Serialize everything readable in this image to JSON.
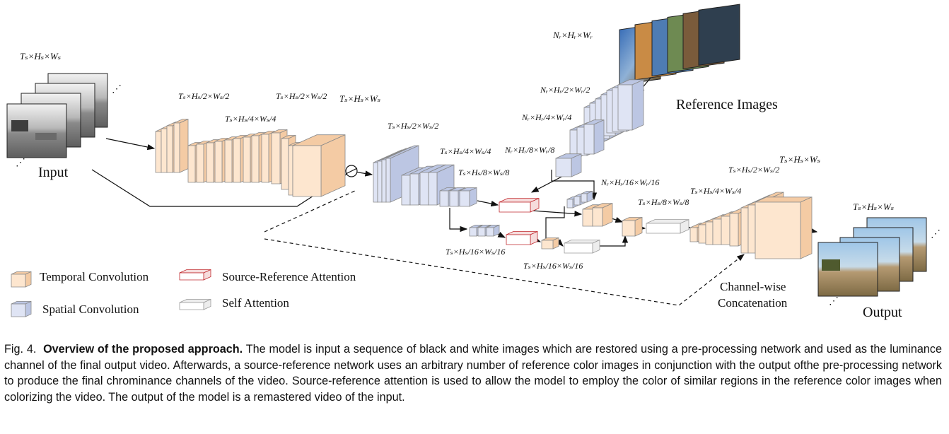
{
  "labels": {
    "input": "Input",
    "output": "Output",
    "reference_images": "Reference Images",
    "channel_wise_1": "Channel-wise",
    "channel_wise_2": "Concatenation"
  },
  "legend": {
    "temporal_conv": "Temporal Convolution",
    "spatial_conv": "Spatial Convolution",
    "src_ref_attention": "Source-Reference Attention",
    "self_attention": "Self Attention"
  },
  "dims": {
    "input": "Tₛ×Hₛ×Wₛ",
    "pre_half_a": "Tₛ×Hₛ/2×Wₛ/2",
    "pre_quarter": "Tₛ×Hₛ/4×Wₛ/4",
    "pre_half_b": "Tₛ×Hₛ/2×Wₛ/2",
    "pre_out": "Tₛ×Hₛ×Wₛ",
    "src_half": "Tₛ×Hₛ/2×Wₛ/2",
    "src_quarter": "Tₛ×Hₛ/4×Wₛ/4",
    "src_eighth": "Tₛ×Hₛ/8×Wₛ/8",
    "src_16_a": "Tₛ×Hₛ/16×Wₛ/16",
    "src_16_b": "Tₛ×Hₛ/16×Wₛ/16",
    "ref_images": "Nᵣ×Hᵣ×Wᵣ",
    "ref_half": "Nᵣ×Hᵣ/2×Wᵣ/2",
    "ref_quarter": "Nᵣ×Hᵣ/4×Wᵣ/4",
    "ref_eighth": "Nᵣ×Hᵣ/8×Wᵣ/8",
    "ref_16": "Nᵣ×Hᵣ/16×Wᵣ/16",
    "dec_eighth": "Tₛ×Hₛ/8×Wₛ/8",
    "dec_quarter": "Tₛ×Hₛ/4×Wₛ/4",
    "dec_half": "Tₛ×Hₛ/2×Wₛ/2",
    "dec_out": "Tₛ×Hₛ×Wₛ",
    "output": "Tₛ×Hₛ×Wₛ"
  },
  "caption": {
    "label": "Fig. 4.",
    "title": "Overview of the proposed approach.",
    "text": "The model is input a sequence of black and white images which are restored using a pre-processing network and used as the luminance channel of the final output video. Afterwards, a source-reference network uses an arbitrary number of reference color images in conjunction with the output ofthe pre-processing network to produce the final chrominance channels of the video. Source-reference attention is used to allow the model to employ the color of similar regions in the reference color images when colorizing the video. The output of the model is a remastered video of the input."
  },
  "colors": {
    "temporal_face": "#fde6cf",
    "temporal_side": "#f4cba4",
    "spatial_face": "#dfe4f4",
    "spatial_side": "#bcc6e3",
    "attention_red": "#c0282d",
    "attention_gray": "#9a9a9a"
  }
}
